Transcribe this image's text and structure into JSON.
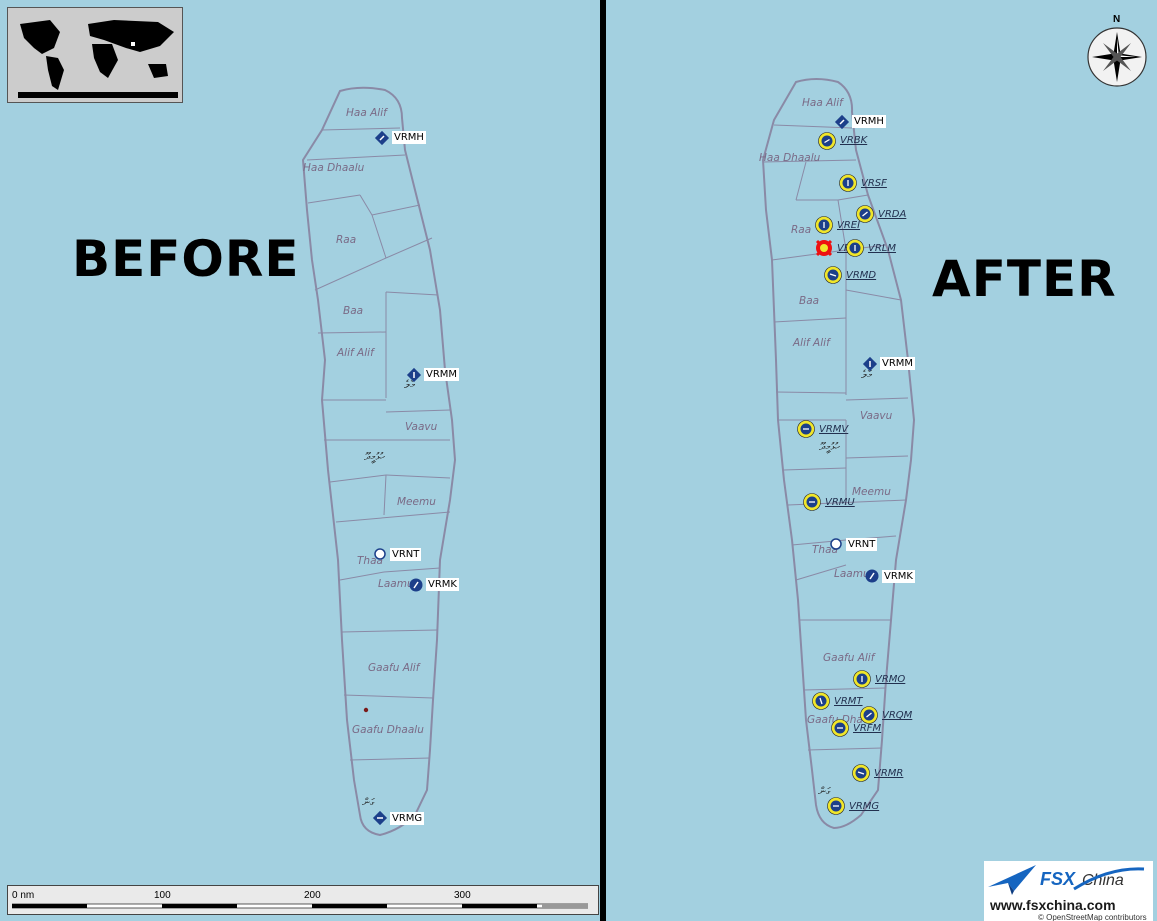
{
  "titles": {
    "before": "BEFORE",
    "after": "AFTER"
  },
  "regions": {
    "haa_alif": "Haa Alif",
    "haa_dhaalu": "Haa Dhaalu",
    "raa": "Raa",
    "baa": "Baa",
    "alif_alif": "Alif Alif",
    "vaavu": "Vaavu",
    "meemu": "Meemu",
    "thaa": "Thaa",
    "laamu": "Laamu",
    "gaafu_alif": "Gaafu Alif",
    "gaafu_dhaalu": "Gaafu Dhaalu",
    "gaafu_dhaalu_partial": "Gaafu Dha"
  },
  "airports_before": [
    "VRMH",
    "VRMM",
    "VRNT",
    "VRMK",
    "VRMG"
  ],
  "airports_after_plain": [
    "VRMH",
    "VRMM",
    "VRNT",
    "VRMK"
  ],
  "airports_after_new": [
    "VRBK",
    "VRSF",
    "VRDA",
    "VREI",
    "VRLM",
    "VRMD",
    "VRMV",
    "VRMU",
    "VRMO",
    "VRMT",
    "VRQM",
    "VRFM",
    "VRMR",
    "VRMG"
  ],
  "airports_after_closed": [
    "VR"
  ],
  "thaana_labels": {
    "male": "މާލެ",
    "hulhule": "ހުޅުމީދޫ",
    "gan": "ގަން"
  },
  "scalebar": {
    "units": "0 nm",
    "ticks": [
      "100",
      "200",
      "300"
    ]
  },
  "compass": {
    "north": "N"
  },
  "logo": {
    "url": "www.fsxchina.com",
    "credit": "© OpenStreetMap contributors",
    "brand": "FSX China"
  },
  "colors": {
    "sea": "#a3d0e0",
    "land_border": "#8a8aa6",
    "marker_blue": "#1c3f8a",
    "ring_yellow": "#f0e62a",
    "closed_red": "#e11"
  }
}
